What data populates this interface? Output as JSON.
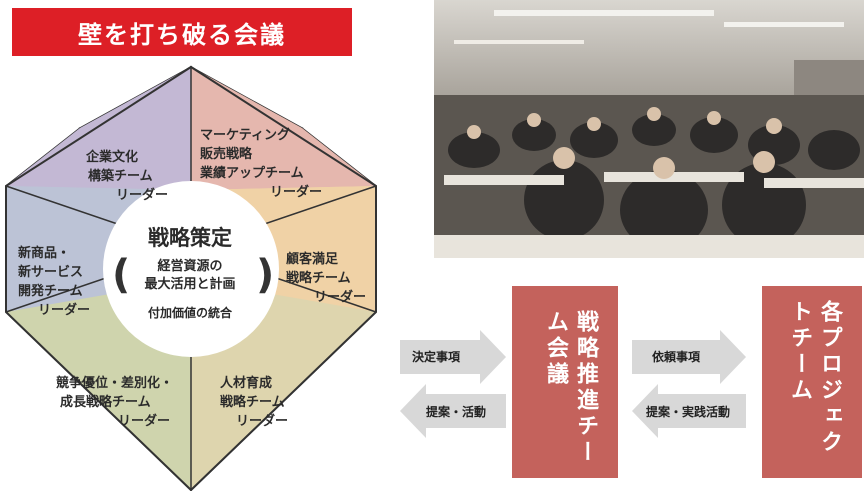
{
  "title": "壁を打ち破る会議",
  "hexagon": {
    "center_title": "戦略策定",
    "center_body_line1": "経営資源の",
    "center_body_line2": "最大活用と計画",
    "center_foot": "付加価値の統合",
    "segments": {
      "top_left": [
        "企業文化",
        "構築チーム",
        "リーダー"
      ],
      "top_right": [
        "マーケティング",
        "販売戦略",
        "業績アップチーム",
        "リーダー"
      ],
      "right": [
        "顧客満足",
        "戦略チーム",
        "リーダー"
      ],
      "bottom_right": [
        "人材育成",
        "戦略チーム",
        "リーダー"
      ],
      "bottom_left": [
        "競争優位・差別化・",
        "成長戦略チーム",
        "リーダー"
      ],
      "left": [
        "新商品・",
        "新サービス",
        "開発チーム",
        "リーダー"
      ]
    },
    "colors": {
      "top_left": "#c3b8d4",
      "top_right": "#e5b7ae",
      "right": "#f0d2a6",
      "bottom_right": "#ded5ae",
      "bottom_left": "#cfd4ad",
      "left": "#bcc3d6"
    }
  },
  "flow": {
    "arrow1_right": "決定事項",
    "arrow1_left": "提案・活動",
    "box1": "戦略推進チーム会議",
    "arrow2_right": "依頼事項",
    "arrow2_left": "提案・実践活動",
    "box2": "各プロジェクトチーム",
    "box_color": "#c4625c",
    "arrow_color": "#d8d8d8"
  }
}
